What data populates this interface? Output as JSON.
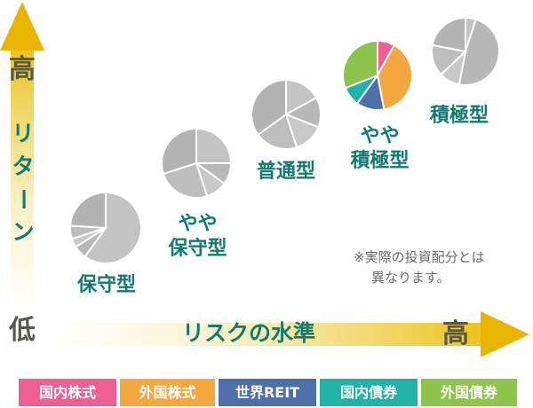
{
  "axes": {
    "return_axis": {
      "label": "リターン",
      "high": "高",
      "low": "低"
    },
    "risk_axis": {
      "label": "リスクの水準",
      "high": "高"
    }
  },
  "note": {
    "line1": "※実際の投資配分とは",
    "line2": "異なります。"
  },
  "profiles": [
    {
      "key": "conservative",
      "label_lines": [
        "保守型"
      ],
      "style": "grey",
      "slices": [
        0.6,
        0.06,
        0.04,
        0.06,
        0.24
      ]
    },
    {
      "key": "moderately-conservative",
      "label_lines": [
        "やや",
        "保守型"
      ],
      "style": "grey",
      "slices": [
        0.25,
        0.1,
        0.1,
        0.25,
        0.3
      ]
    },
    {
      "key": "balanced",
      "label_lines": [
        "普通型"
      ],
      "style": "grey",
      "slices": [
        0.17,
        0.14,
        0.14,
        0.2,
        0.35
      ]
    },
    {
      "key": "moderately-aggressive",
      "label_lines": [
        "やや",
        "積極型"
      ],
      "style": "color",
      "slices": [
        0.08,
        0.39,
        0.13,
        0.09,
        0.31
      ]
    },
    {
      "key": "aggressive",
      "label_lines": [
        "積極型"
      ],
      "style": "grey",
      "slices": [
        0.05,
        0.48,
        0.1,
        0.15,
        0.22
      ]
    }
  ],
  "legend": [
    {
      "key": "domestic-stocks",
      "label": "国内株式",
      "color": "#ee5f92"
    },
    {
      "key": "foreign-stocks",
      "label": "外国株式",
      "color": "#f5a742"
    },
    {
      "key": "global-reit",
      "label": "世界REIT",
      "color": "#4e6fa8"
    },
    {
      "key": "domestic-bonds",
      "label": "国内債券",
      "color": "#22b3a7"
    },
    {
      "key": "foreign-bonds",
      "label": "外国債券",
      "color": "#8cc44c"
    }
  ],
  "colors": {
    "axis_arrow": "#e9b400",
    "grey_slices": [
      "#c4c4c4",
      "#b8b8b8",
      "#c8c8c8",
      "#bdbdbd",
      "#b3b3b3"
    ],
    "grey_stroke": "#ffffff"
  }
}
